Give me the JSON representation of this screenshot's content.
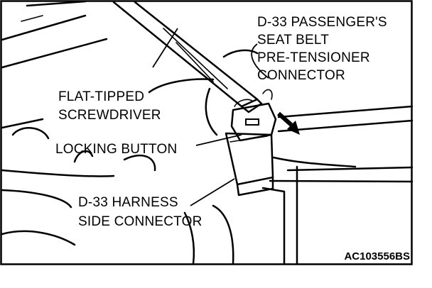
{
  "labels": {
    "connector": [
      "D-33 PASSENGER'S",
      "SEAT BELT",
      "PRE-TENSIONER",
      "CONNECTOR"
    ],
    "screwdriver": [
      "FLAT-TIPPED",
      "SCREWDRIVER"
    ],
    "locking_button": "LOCKING BUTTON",
    "harness": [
      "D-33 HARNESS",
      "SIDE CONNECTOR"
    ]
  },
  "figure_code": "AC103556BS"
}
